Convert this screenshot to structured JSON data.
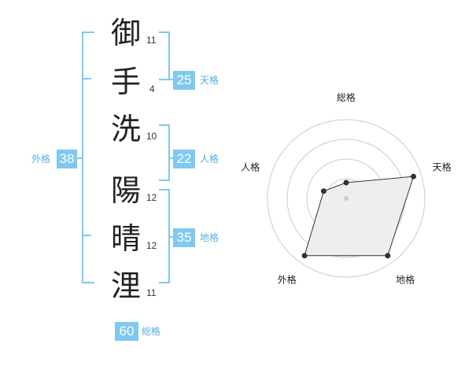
{
  "name": {
    "characters": [
      {
        "char": "御",
        "strokes": "11"
      },
      {
        "char": "手",
        "strokes": "4"
      },
      {
        "char": "洗",
        "strokes": "10"
      },
      {
        "char": "陽",
        "strokes": "12"
      },
      {
        "char": "晴",
        "strokes": "12"
      },
      {
        "char": "浬",
        "strokes": "11"
      }
    ]
  },
  "grades": {
    "tenkaku": {
      "value": "25",
      "label": "天格"
    },
    "jinkaku": {
      "value": "22",
      "label": "人格"
    },
    "chikaku": {
      "value": "35",
      "label": "地格"
    },
    "gaikaku": {
      "value": "38",
      "label": "外格"
    },
    "soukaku": {
      "value": "60",
      "label": "総格"
    }
  },
  "radar": {
    "axes": [
      "総格",
      "天格",
      "地格",
      "外格",
      "人格"
    ],
    "values": [
      0.2,
      0.9,
      0.9,
      0.9,
      0.3
    ],
    "levels": 4
  },
  "colors": {
    "accent": "#80c8f0",
    "accent_text": "#55aee0",
    "grid": "#cccccc",
    "fill": "#eeeeee",
    "point": "#333333"
  }
}
